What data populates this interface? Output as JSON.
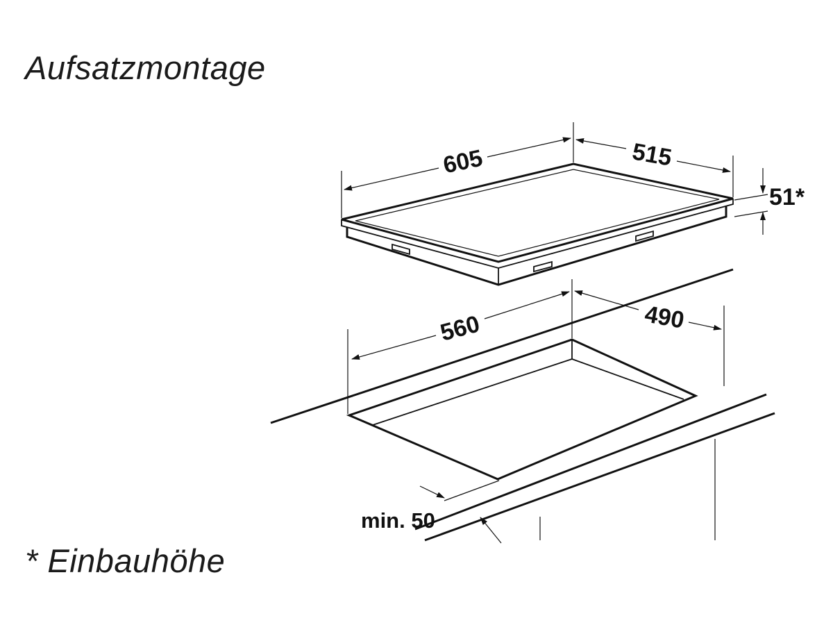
{
  "title": "Aufsatzmontage",
  "footnote": "* Einbauhöhe",
  "dimensions": {
    "hob_width": "605",
    "hob_depth": "515",
    "hob_height": "51*",
    "cutout_width": "560",
    "cutout_depth": "490",
    "front_distance": "min. 50"
  }
}
